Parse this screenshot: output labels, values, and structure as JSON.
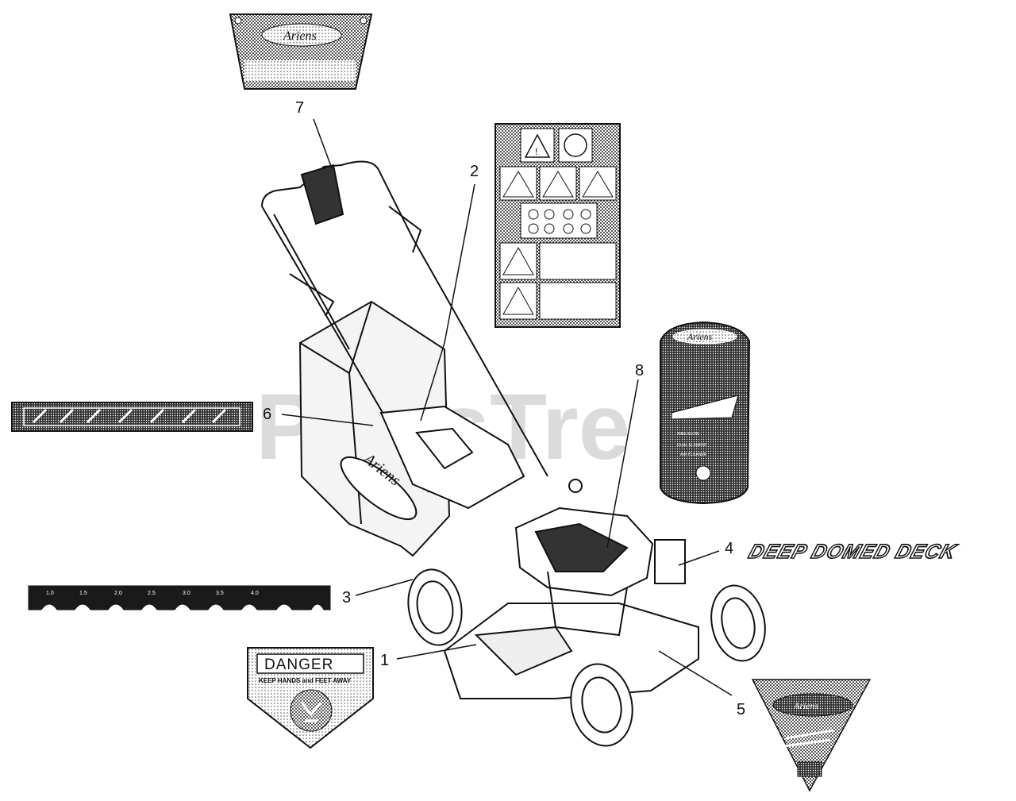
{
  "watermark": "PartsTre",
  "callouts": [
    {
      "number": "1",
      "part": "danger-decal"
    },
    {
      "number": "2",
      "part": "safety-instruction-decal"
    },
    {
      "number": "3",
      "part": "height-of-cut-decal"
    },
    {
      "number": "4",
      "part": "deep-domed-deck-decal"
    },
    {
      "number": "5",
      "part": "front-deck-emblem-decal"
    },
    {
      "number": "6",
      "part": "handle-decal"
    },
    {
      "number": "7",
      "part": "control-panel-decal"
    },
    {
      "number": "8",
      "part": "engine-cover-decal"
    }
  ],
  "decals": {
    "deep_domed_deck": "DEEP DOMED DECK",
    "danger_title": "DANGER",
    "danger_subtitle": "KEEP HANDS and FEET AWAY",
    "height_marks": [
      "1.0",
      "1.5",
      "2.0",
      "2.5",
      "3.0",
      "3.5",
      "4.0"
    ],
    "engine_decal_text_1": "AIRE-FLOW",
    "engine_decal_text_2": "DUAL ELEMENT",
    "engine_decal_text_3": "AIR CLEANER",
    "brand_logo": "Ariens"
  }
}
